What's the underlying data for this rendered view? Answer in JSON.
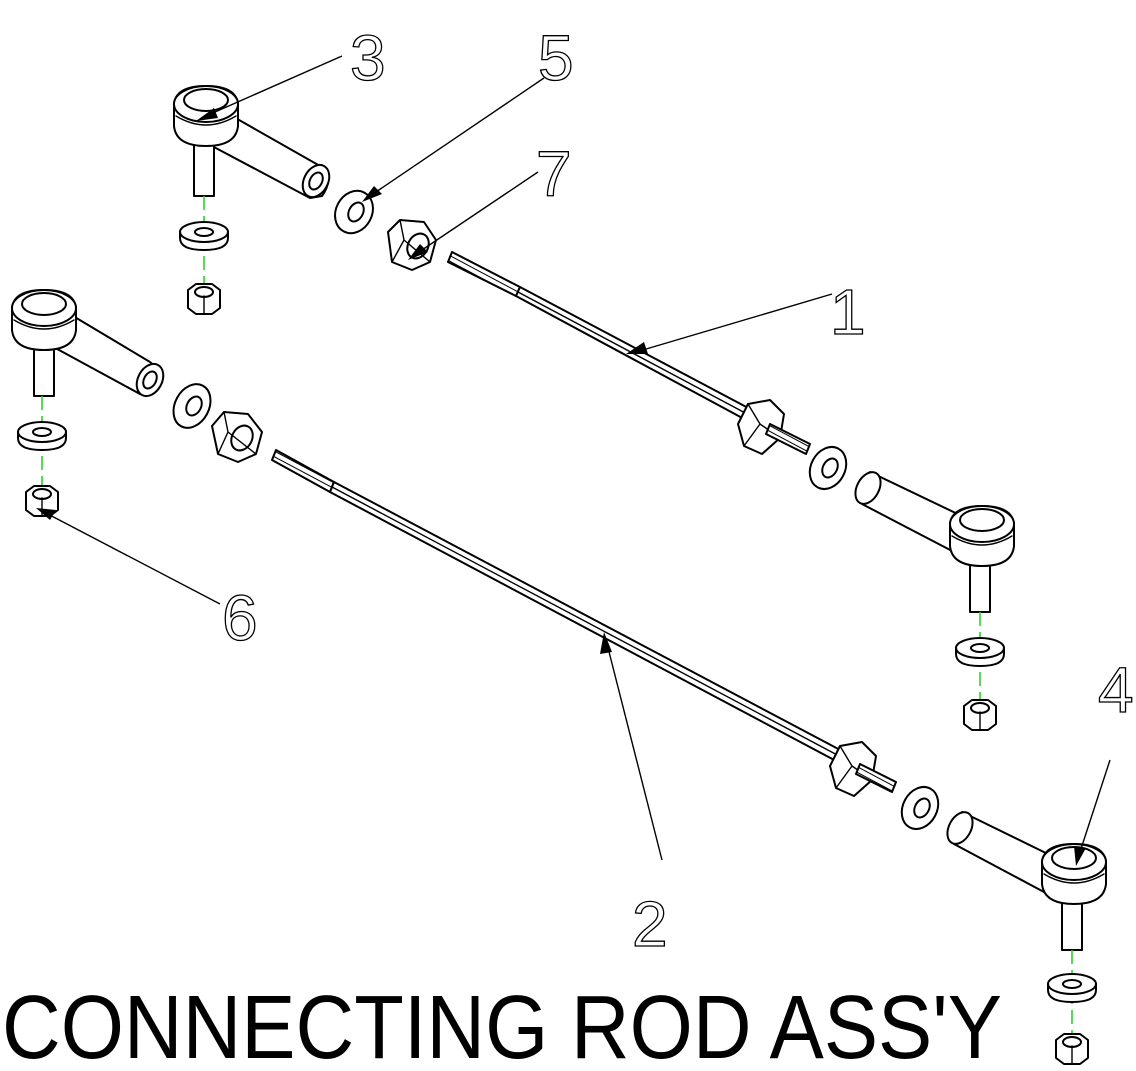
{
  "title": "CONNECTING ROD ASS'Y",
  "callouts": {
    "c1": "1",
    "c2": "2",
    "c3": "3",
    "c4": "4",
    "c5": "5",
    "c6": "6",
    "c7": "7"
  },
  "colors": {
    "line": "#000000",
    "axis": "#2bd42b",
    "background": "#ffffff"
  }
}
